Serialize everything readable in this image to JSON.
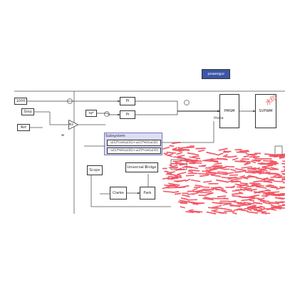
{
  "diagram": {
    "nodes": [
      {
        "text": [
          "1000"
        ]
      },
      {
        "text": [
          "Step"
        ]
      },
      {
        "text": [
          "Ref"
        ]
      },
      {
        "text": [
          "PI"
        ]
      },
      {
        "text": [
          "Iq*"
        ]
      },
      {
        "text": [
          "PI"
        ]
      },
      {
        "text": [
          "powergui"
        ]
      },
      {
        "text": [
          "Subsystem"
        ]
      },
      {
        "text": [
          "u(1)*cos(u(3))+u(2)*sin(u(3))"
        ],
        "in": 7
      },
      {
        "text": [
          "-u(1)*sin(u(3))+u(2)*cos(u(3))"
        ],
        "in": 7
      },
      {
        "text": [
          "PMSM"
        ]
      },
      {
        "text": [
          "SVPWM"
        ]
      },
      {
        "text": [
          "Ks"
        ]
      },
      {
        "text": [
          "Clarke"
        ]
      },
      {
        "text": [
          "Park"
        ]
      },
      {
        "text": [
          "Universal Bridge"
        ]
      },
      {
        "text": [
          "Scope"
        ]
      }
    ],
    "edges": [
      {
        "from": 0,
        "to": 3,
        "arrow": "to"
      },
      {
        "from": 4,
        "to": 5,
        "arrow": "to"
      },
      {
        "from": 3,
        "to": 10,
        "arrow": "to"
      },
      {
        "from": 5,
        "to": 10,
        "arrow": "to"
      },
      {
        "from": 10,
        "to": 11,
        "arrow": "to"
      },
      {
        "from": 13,
        "to": 14,
        "arrow": "to"
      }
    ],
    "labels": [
      "水印",
      "w",
      "theta"
    ]
  }
}
